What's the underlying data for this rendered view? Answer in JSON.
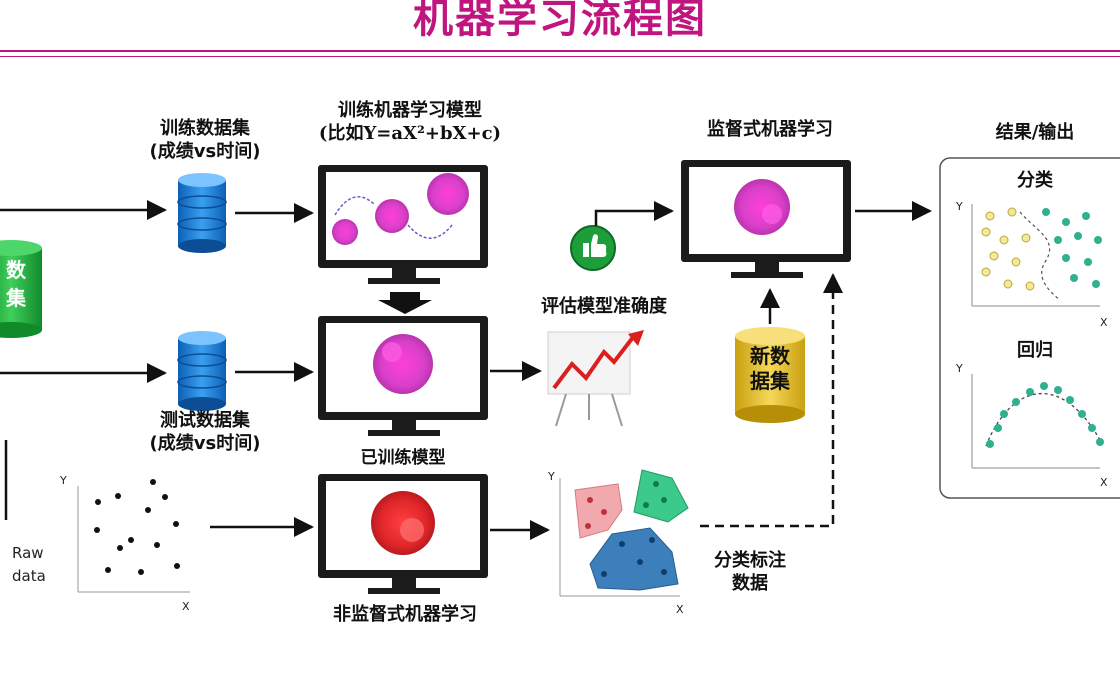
{
  "title": "机器学习流程图",
  "labels": {
    "train_set_1": "训练数据集",
    "train_set_2": "(成绩vs时间)",
    "train_model_1": "训练机器学习模型",
    "train_model_2": "(比如Y=aX²+bX+c)",
    "test_set_1": "测试数据集",
    "test_set_2": "(成绩vs时间)",
    "trained_model": "已训练模型",
    "unsupervised": "非监督式机器学习",
    "evaluate": "评估模型准确度",
    "supervised": "监督式机器学习",
    "new_data_1": "新数",
    "new_data_2": "据集",
    "classified_1": "分类标注",
    "classified_2": "数据",
    "result": "结果/输出",
    "classification": "分类",
    "regression": "回归",
    "raw_1": "Raw",
    "raw_2": "data",
    "left_db_1": "数",
    "left_db_2": "集",
    "axis_x": "X",
    "axis_y": "Y"
  },
  "colors": {
    "title": "#c0157f",
    "db_blue": "#1e7fd9",
    "db_green": "#1faa3a",
    "db_yellow": "#e8c12a",
    "brain_pink": "#d940c9",
    "brain_red": "#e0262a",
    "thumb_green": "#1e9e3b",
    "cluster_pink": "#f2a9ae",
    "cluster_green": "#3cc98c",
    "cluster_blue": "#3c7fba"
  }
}
